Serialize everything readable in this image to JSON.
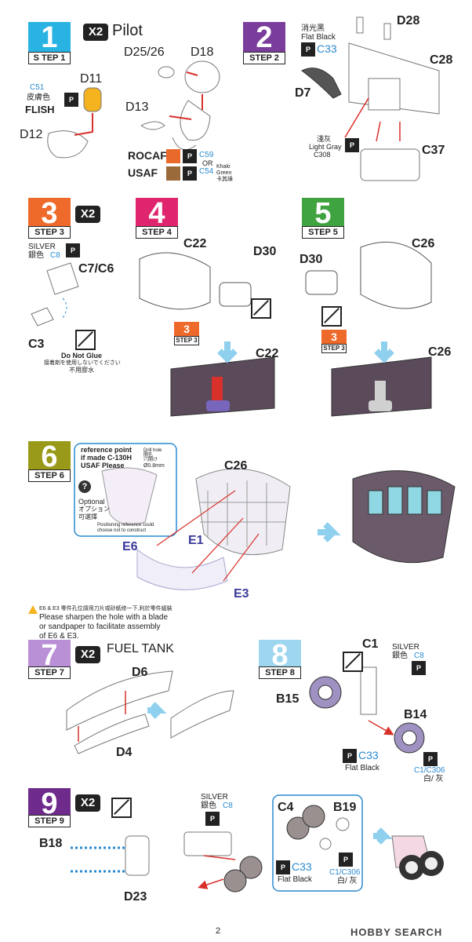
{
  "page_number": "2",
  "watermark": "HOBBY SEARCH",
  "common": {
    "multiplier": "X2",
    "step_prefix": "STEP"
  },
  "colors": {
    "step1": "#29b3e3",
    "step2": "#7a3d9c",
    "step3": "#ee6a2a",
    "step4": "#e0256f",
    "step5": "#3fa340",
    "step6": "#9a9a1a",
    "step7": "#b98fd6",
    "step8": "#9fd6ef",
    "step9": "#6e2b8c",
    "rocaf": "#e8692a",
    "usaf": "#9a6a3a",
    "canopy": "#8fd7e3",
    "wheel_red": "#d8312b",
    "wheel_purple": "#7766bb"
  },
  "step1": {
    "number": "1",
    "label": "S TEP 1",
    "title": "Pilot",
    "parts": {
      "d25": "D25/26",
      "d18": "D18",
      "d11": "D11",
      "d13": "D13",
      "d12": "D12"
    },
    "paint": {
      "code": "C51",
      "chinese": "皮膚色",
      "name": "FLISH"
    },
    "rocaf": {
      "label": "ROCAF",
      "code": "C59"
    },
    "or": "OR",
    "usaf": {
      "label": "USAF",
      "code": "C54",
      "note1": "Khaki",
      "note2": "Green",
      "note3": "卡其綠"
    }
  },
  "step2": {
    "number": "2",
    "label": "STEP 2",
    "parts": {
      "d28": "D28",
      "c28": "C28",
      "d7": "D7",
      "c37": "C37"
    },
    "paint1": {
      "chinese": "消光黑",
      "name": "Flat Black",
      "code": "C33"
    },
    "paint2": {
      "chinese": "淺灰",
      "name": "Light Gray",
      "code": "C308"
    }
  },
  "step3": {
    "number": "3",
    "label": "STEP 3",
    "parts": {
      "c7": "C7/C6",
      "c3": "C3"
    },
    "paint": {
      "name": "SILVER",
      "chinese": "銀色",
      "code": "C8"
    },
    "no_glue": {
      "en": "Do Not Glue",
      "zh1": "接着剤を使用しないでください",
      "zh2": "不用膠水"
    }
  },
  "step4": {
    "number": "4",
    "label": "STEP 4",
    "parts": {
      "c22": "C22",
      "d30": "D30",
      "c22b": "C22"
    },
    "ref_number": "3",
    "ref_label": "STEP 3"
  },
  "step5": {
    "number": "5",
    "label": "STEP 5",
    "parts": {
      "c26": "C26",
      "d30": "D30",
      "c26b": "C26"
    },
    "ref_number": "3",
    "ref_label": "STEP 3"
  },
  "step6": {
    "number": "6",
    "label": "STEP 6",
    "reference": {
      "title": "reference point",
      "line1": "if made C-130H",
      "line2": "USAF Please",
      "drill1": "Drill hole",
      "drill2": "開孔",
      "drill3": "穴開け",
      "drill_size": "Ø0.8mm",
      "optional": "Optional",
      "optional_jp": "オプション",
      "optional_zh": "可選擇",
      "note1": "Positioning reference could",
      "note2": "choose not to construct"
    },
    "parts": {
      "c26": "C26",
      "e6": "E6",
      "e1": "E1",
      "e3": "E3"
    },
    "warning": {
      "zh": "E6 & E3 零件孔位請用刀片或砂紙修一下,利於零件組裝",
      "line1": "Please sharpen the hole with a blade",
      "line2": "or sandpaper to facilitate assembly",
      "line3": "of E6 & E3."
    }
  },
  "step7": {
    "number": "7",
    "label": "STEP 7",
    "title": "FUEL TANK",
    "parts": {
      "d6": "D6",
      "d4": "D4"
    }
  },
  "step8": {
    "number": "8",
    "label": "STEP 8",
    "parts": {
      "c1": "C1",
      "b15": "B15",
      "b14": "B14"
    },
    "paint1": {
      "name": "SILVER",
      "chinese": "銀色",
      "code": "C8"
    },
    "paint2": {
      "code": "C33",
      "name": "Flat Black"
    },
    "paint3": {
      "code": "C1/C306",
      "chinese": "白/ 灰"
    }
  },
  "step9": {
    "number": "9",
    "label": "STEP 9",
    "parts": {
      "b18": "B18",
      "d23": "D23",
      "c4": "C4",
      "b19": "B19"
    },
    "paint1": {
      "name": "SILVER",
      "chinese": "銀色",
      "code": "C8"
    },
    "paint2": {
      "code": "C33",
      "name": "Flat Black"
    },
    "paint3": {
      "code": "C1/C306",
      "chinese": "白/ 灰"
    }
  }
}
